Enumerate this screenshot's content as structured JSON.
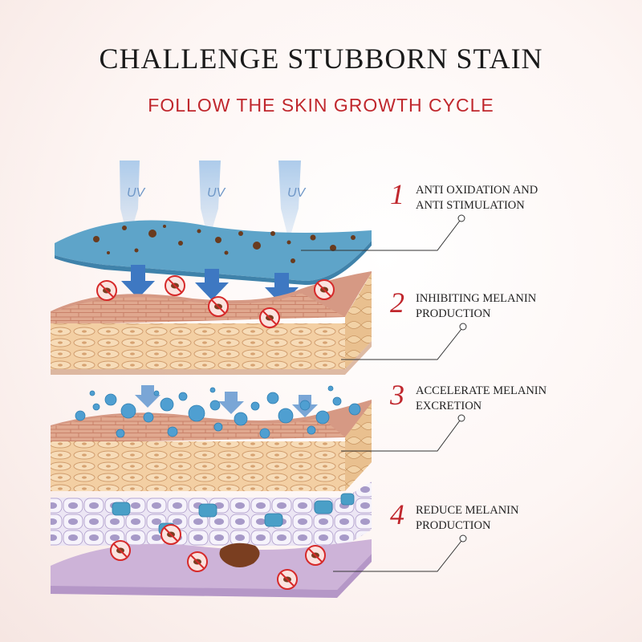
{
  "header": {
    "title": "CHALLENGE STUBBORN STAIN",
    "subtitle": "FOLLOW THE SKIN GROWTH CYCLE"
  },
  "uv_labels": [
    "UV",
    "UV",
    "UV"
  ],
  "steps": [
    {
      "number": "1",
      "lines": [
        "ANTI OXIDATION AND",
        "ANTI STIMULATION"
      ]
    },
    {
      "number": "2",
      "lines": [
        "INHIBITING MELANIN",
        "PRODUCTION"
      ]
    },
    {
      "number": "3",
      "lines": [
        "ACCELERATE MELANIN",
        "EXCRETION"
      ]
    },
    {
      "number": "4",
      "lines": [
        "REDUCE MELANIN",
        "PRODUCTION"
      ]
    }
  ],
  "colors": {
    "accent_red": "#c0272d",
    "epidermis_blue": "#5ea4c9",
    "uv_beam": "#9cc0e4",
    "arrow_blue": "#3e78c2",
    "skin_tan": "#e9b98f",
    "bubble_blue": "#4f9fd1",
    "basal_purple": "#c6b3d8"
  }
}
